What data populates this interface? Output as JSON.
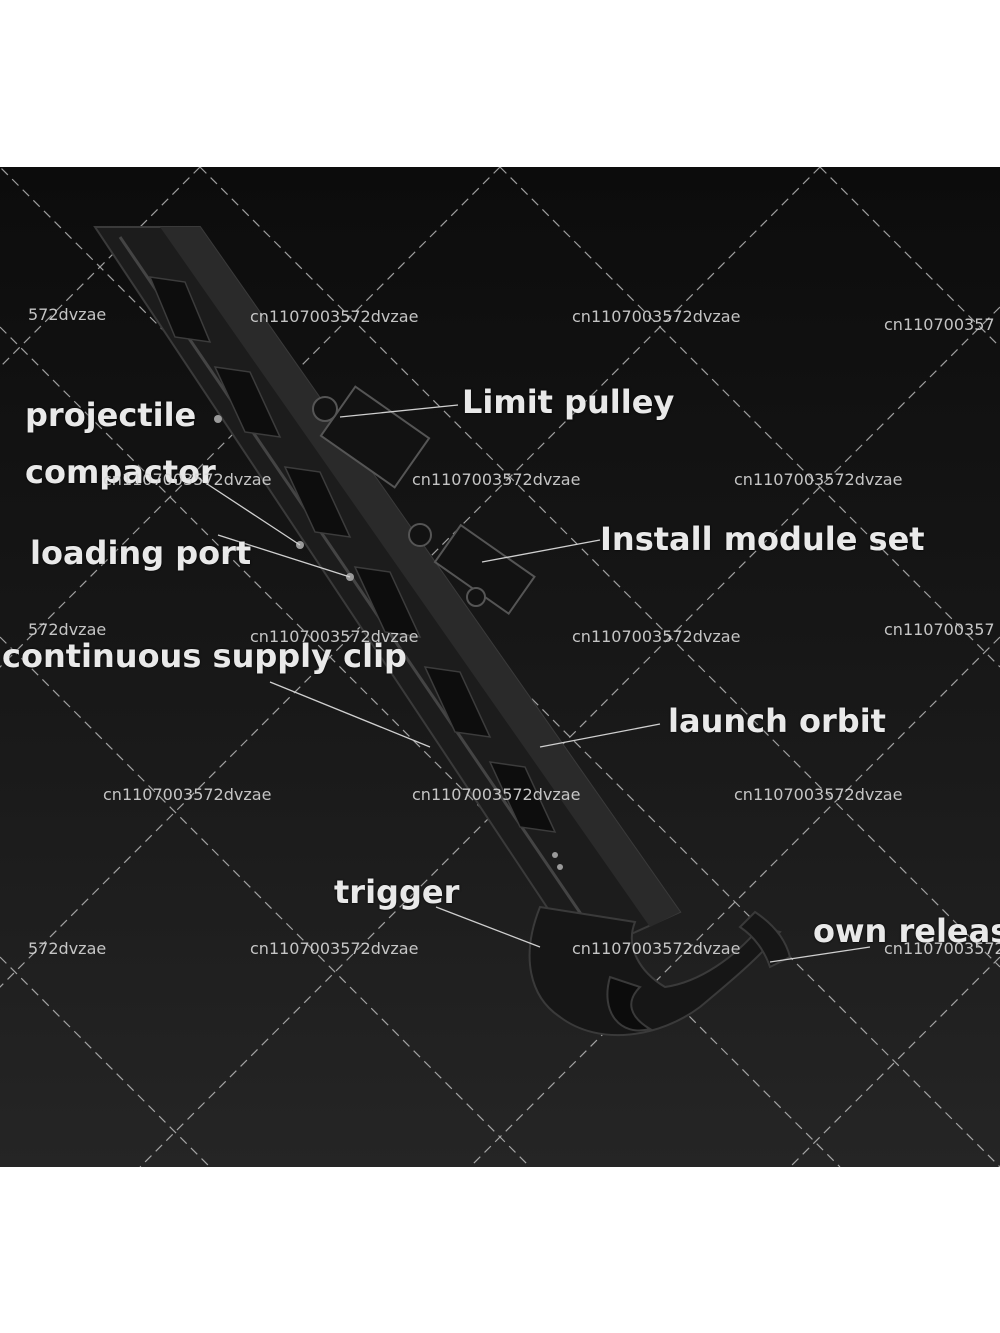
{
  "labels": {
    "limit_pulley": "Limit pulley",
    "projectile": "projectile",
    "compactor": "compactor",
    "install_module_set": "Install module set",
    "loading_port": "loading port",
    "continuous_supply_clip": "continuous supply clip",
    "launch_orbit": "launch orbit",
    "trigger": "trigger",
    "own_release": "own release"
  },
  "watermarks": {
    "full": "cn1107003572dvzae",
    "left_cut": "572dvzae",
    "right_cut": "cn110700357",
    "right_cut_short": "cn1107003572"
  },
  "colors": {
    "background_top": "#0c0c0c",
    "background_bottom": "#252525",
    "label_text": "#e9e9e9",
    "product": "#1a1a1a"
  }
}
